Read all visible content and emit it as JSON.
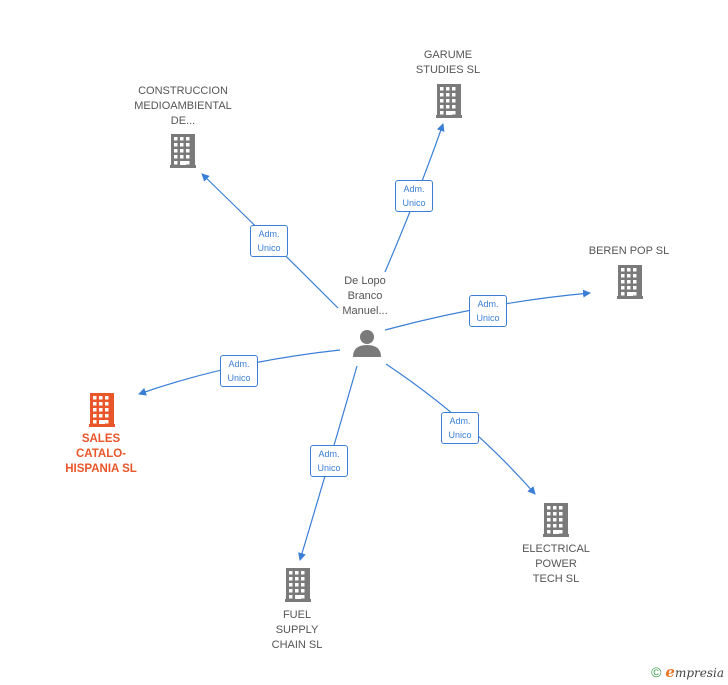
{
  "center": {
    "name": "De Lopo\nBranco\nManuel...",
    "icon": "person-icon"
  },
  "edge_label": "Adm.\nUnico",
  "nodes": [
    {
      "id": "construccion",
      "label": "CONSTRUCCION\nMEDIOAMBIENTAL\nDE...",
      "icon": "building-icon",
      "highlight": false
    },
    {
      "id": "garume",
      "label": "GARUME\nSTUDIES  SL",
      "icon": "building-icon",
      "highlight": false
    },
    {
      "id": "beren",
      "label": "BEREN POP  SL",
      "icon": "building-icon",
      "highlight": false
    },
    {
      "id": "sales",
      "label": "SALES\nCATALO-\nHISPANIA  SL",
      "icon": "building-icon",
      "highlight": true
    },
    {
      "id": "electrical",
      "label": "ELECTRICAL\nPOWER\nTECH  SL",
      "icon": "building-icon",
      "highlight": false
    },
    {
      "id": "fuel",
      "label": "FUEL\nSUPPLY\nCHAIN  SL",
      "icon": "building-icon",
      "highlight": false
    }
  ],
  "edges": [
    {
      "from": "center",
      "to": "construccion",
      "label": "Adm.\nUnico"
    },
    {
      "from": "center",
      "to": "garume",
      "label": "Adm.\nUnico"
    },
    {
      "from": "center",
      "to": "beren",
      "label": "Adm.\nUnico"
    },
    {
      "from": "center",
      "to": "sales",
      "label": "Adm.\nUnico"
    },
    {
      "from": "center",
      "to": "electrical",
      "label": "Adm.\nUnico"
    },
    {
      "from": "center",
      "to": "fuel",
      "label": "Adm.\nUnico"
    }
  ],
  "colors": {
    "edge": "#3a7fd5",
    "node": "#7a7a7a",
    "highlight": "#e8562a"
  },
  "footer": {
    "copyright": "©",
    "brand_initial": "e",
    "brand_rest": "mpresia"
  }
}
